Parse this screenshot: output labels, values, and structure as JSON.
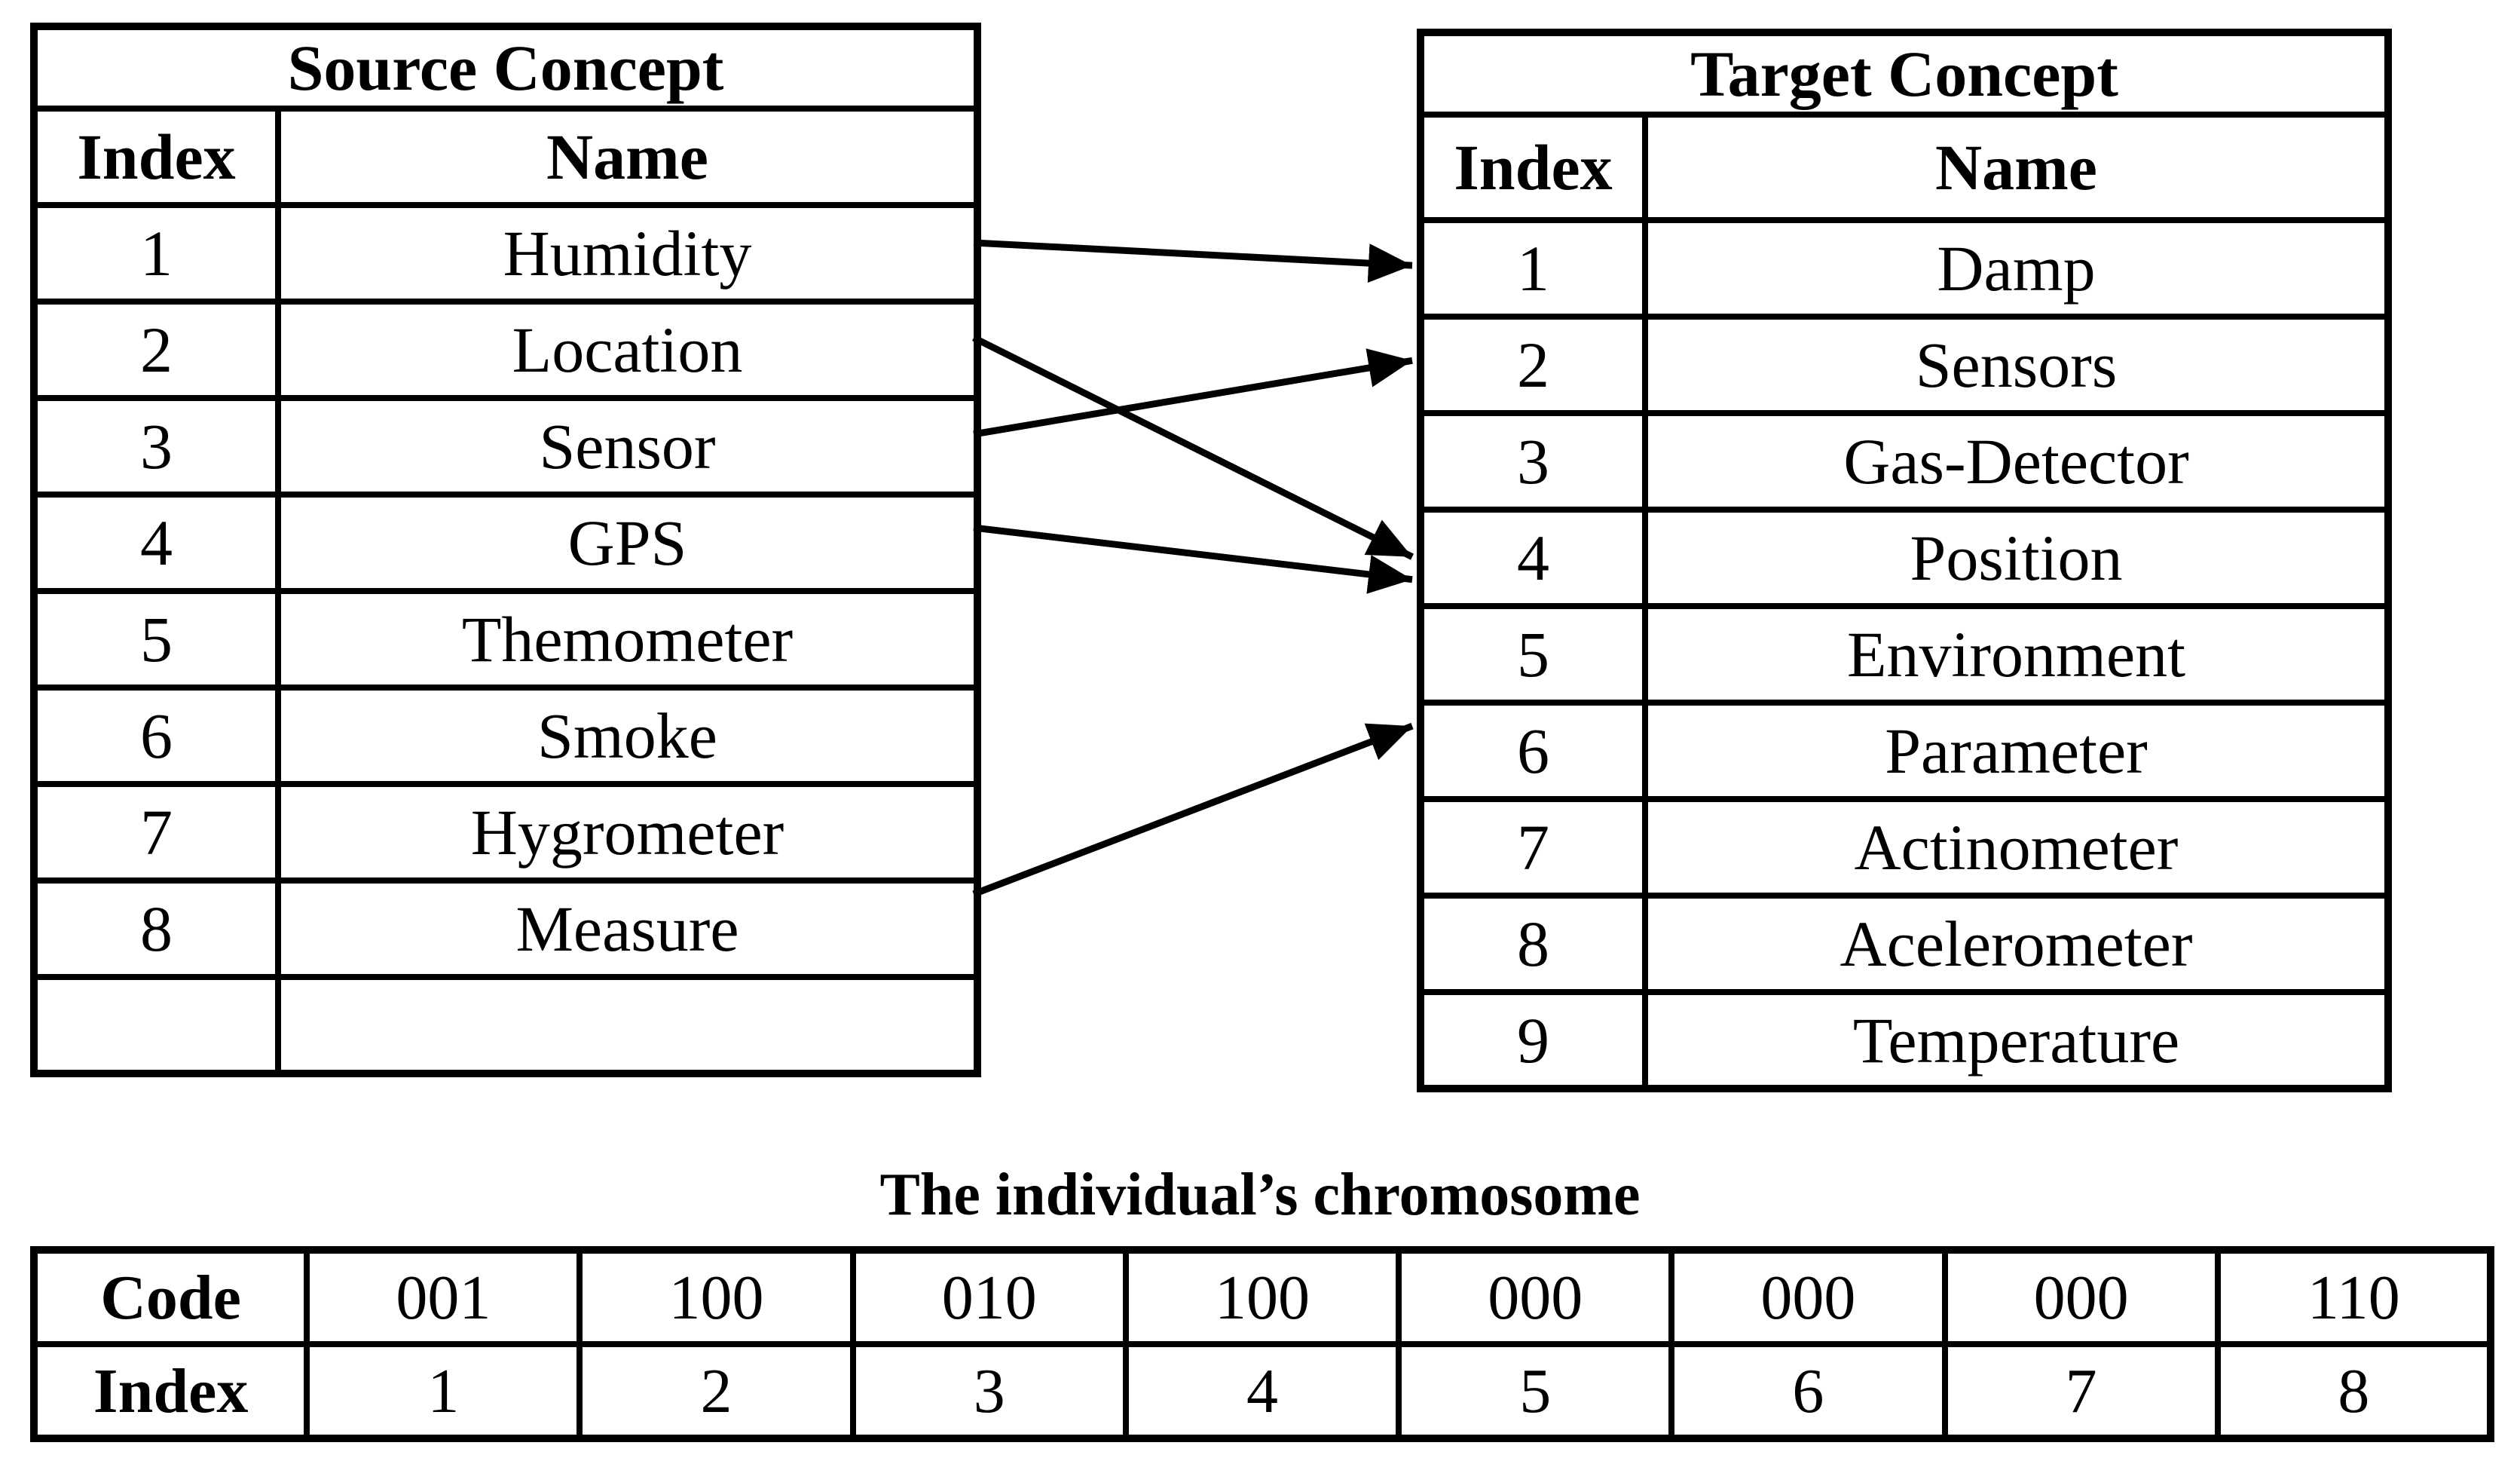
{
  "source_table": {
    "title": "Source Concept",
    "columns": [
      "Index",
      "Name"
    ],
    "rows": [
      {
        "index": "1",
        "name": "Humidity"
      },
      {
        "index": "2",
        "name": "Location"
      },
      {
        "index": "3",
        "name": "Sensor"
      },
      {
        "index": "4",
        "name": "GPS"
      },
      {
        "index": "5",
        "name": "Themometer"
      },
      {
        "index": "6",
        "name": "Smoke"
      },
      {
        "index": "7",
        "name": "Hygrometer"
      },
      {
        "index": "8",
        "name": "Measure"
      },
      {
        "index": "",
        "name": ""
      }
    ]
  },
  "target_table": {
    "title": "Target Concept",
    "columns": [
      "Index",
      "Name"
    ],
    "rows": [
      {
        "index": "1",
        "name": "Damp"
      },
      {
        "index": "2",
        "name": "Sensors"
      },
      {
        "index": "3",
        "name": "Gas-Detector"
      },
      {
        "index": "4",
        "name": "Position"
      },
      {
        "index": "5",
        "name": "Environment"
      },
      {
        "index": "6",
        "name": "Parameter"
      },
      {
        "index": "7",
        "name": "Actinometer"
      },
      {
        "index": "8",
        "name": "Acelerometer"
      },
      {
        "index": "9",
        "name": "Temperature"
      }
    ]
  },
  "mappings": [
    {
      "from": 1,
      "to": 1
    },
    {
      "from": 2,
      "to": 4
    },
    {
      "from": 3,
      "to": 2
    },
    {
      "from": 4,
      "to": 4
    },
    {
      "from": 8,
      "to": 6
    }
  ],
  "chromosome": {
    "title": "The individual’s chromosome",
    "row_labels": [
      "Code",
      "Index"
    ],
    "codes": [
      "001",
      "100",
      "010",
      "100",
      "000",
      "000",
      "000",
      "110"
    ],
    "indexes": [
      "1",
      "2",
      "3",
      "4",
      "5",
      "6",
      "7",
      "8"
    ]
  },
  "colors": {
    "ink": "#000000",
    "paper": "#ffffff"
  }
}
